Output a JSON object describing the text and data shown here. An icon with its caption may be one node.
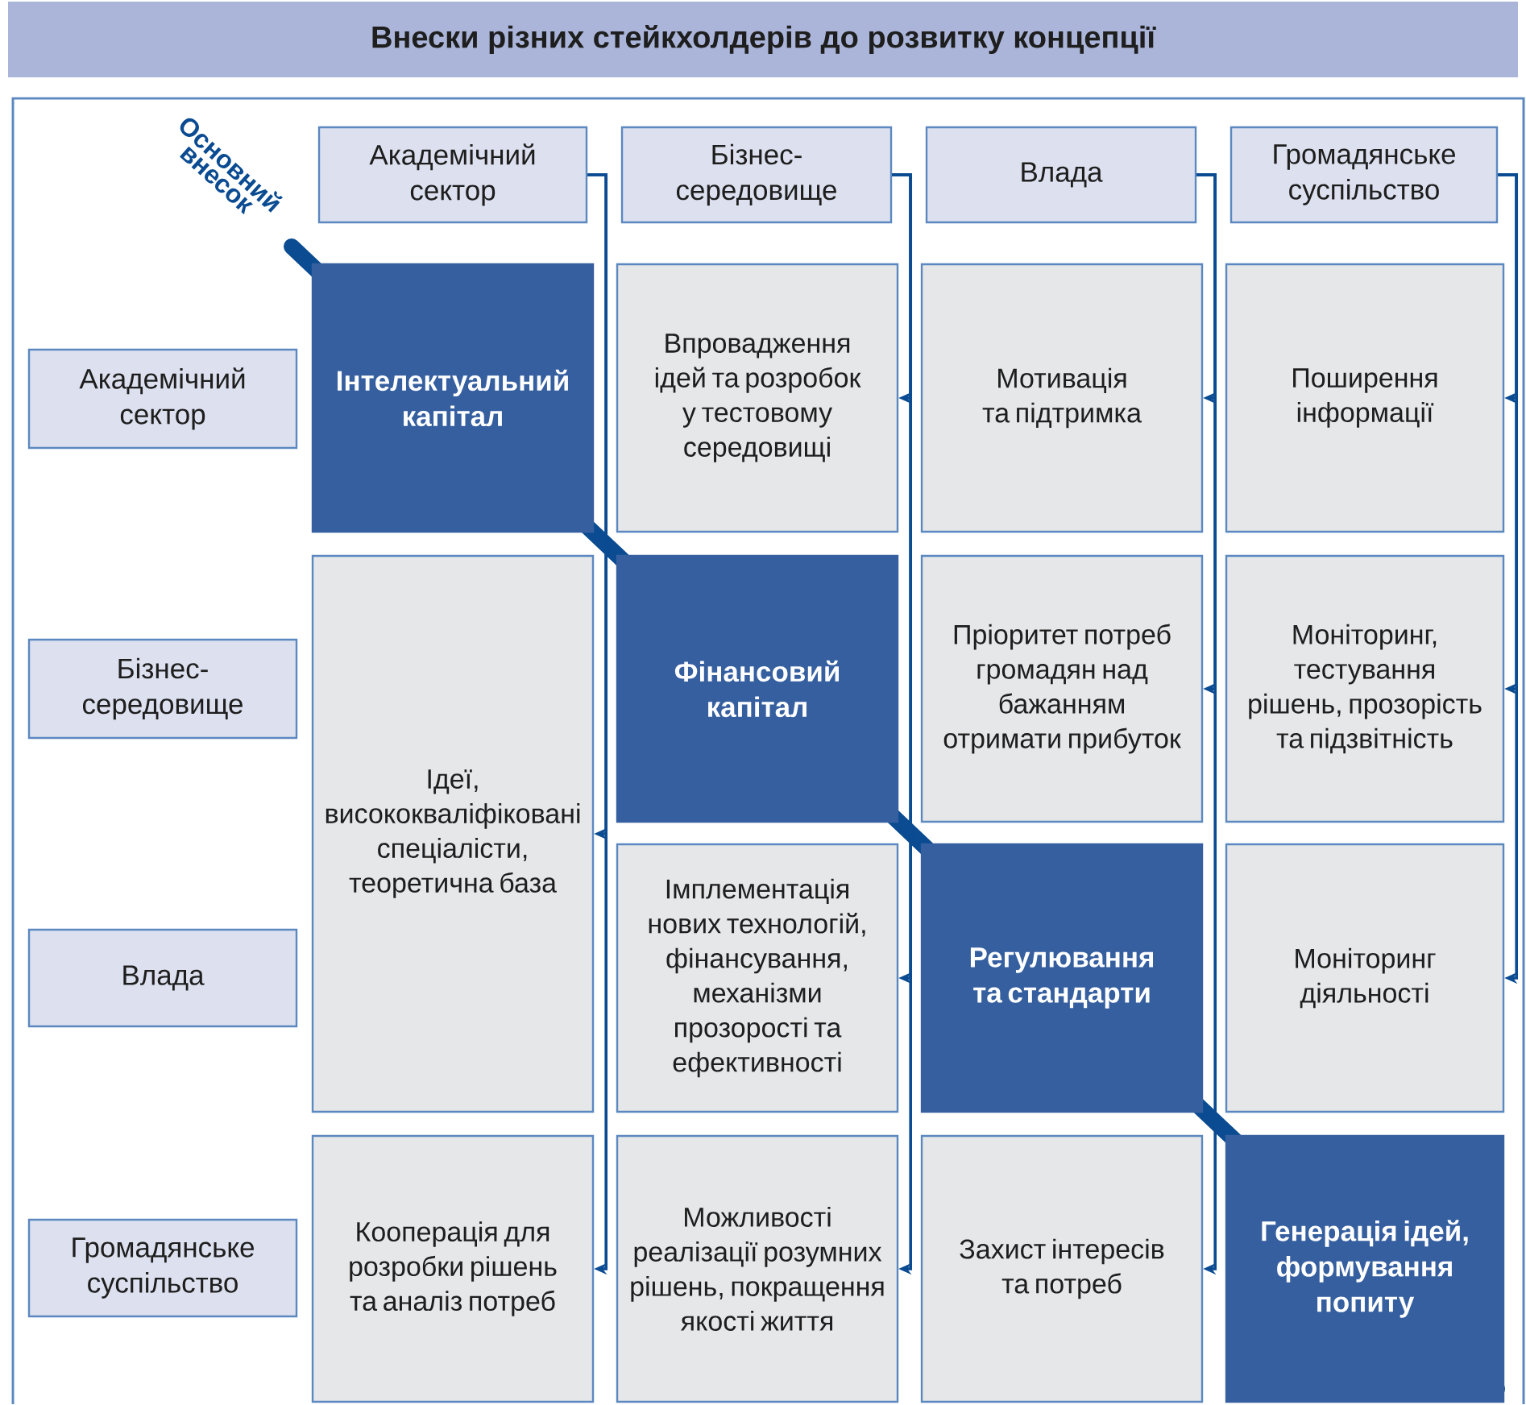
{
  "diagram": {
    "title": "Внески різних стейкхолдерів до розвитку концепції",
    "nodes": [
      {
        "text": [
          "Академічний сектор"
        ]
      },
      {
        "text": [
          "Бізнес-середовище"
        ]
      },
      {
        "text": [
          "Влада"
        ]
      },
      {
        "text": [
          "Громадянське суспільство"
        ]
      },
      {
        "text": [
          "Академічний сектор"
        ]
      },
      {
        "text": [
          "Бізнес-середовище"
        ]
      },
      {
        "text": [
          "Влада"
        ]
      },
      {
        "text": [
          "Громадянське суспільство"
        ]
      },
      {
        "text": [
          "Інтелектуальний капітал"
        ]
      },
      {
        "text": [
          "Впровадження ідей та розробок у тестовому середовищі"
        ]
      },
      {
        "text": [
          "Мотивація та підтримка"
        ]
      },
      {
        "text": [
          "Поширення інформації"
        ]
      },
      {
        "text": [
          "Ідеї, висококваліфіковані спеціалісти, теоретична база"
        ]
      },
      {
        "text": [
          "Фінансовий капітал"
        ]
      },
      {
        "text": [
          "Пріоритет потреб громадян над бажанням отримати прибуток"
        ]
      },
      {
        "text": [
          "Моніторинг, тестування рішень, прозорість та підзвітність"
        ]
      },
      {
        "text": [
          "Імплементація нових технологій, фінансування, механізми прозорості та ефективності"
        ]
      },
      {
        "text": [
          "Регулювання та стандарти"
        ]
      },
      {
        "text": [
          "Моніторинг діяльності"
        ]
      },
      {
        "text": [
          "Кооперація для розробки рішень та аналіз потреб"
        ]
      },
      {
        "text": [
          "Можливості реалізації розумних рішень, покращення якості життя"
        ]
      },
      {
        "text": [
          "Захист інтересів та потреб"
        ]
      },
      {
        "text": [
          "Генерація ідей, формування попиту"
        ]
      }
    ],
    "edges": [
      {
        "from": 0,
        "to": 12,
        "arrow": "to"
      },
      {
        "from": 0,
        "to": 19,
        "arrow": "to"
      },
      {
        "from": 1,
        "to": 9,
        "arrow": "to"
      },
      {
        "from": 1,
        "to": 16,
        "arrow": "to"
      },
      {
        "from": 1,
        "to": 20,
        "arrow": "to"
      },
      {
        "from": 2,
        "to": 10,
        "arrow": "to"
      },
      {
        "from": 2,
        "to": 14,
        "arrow": "to"
      },
      {
        "from": 2,
        "to": 21,
        "arrow": "to"
      },
      {
        "from": 3,
        "to": 11,
        "arrow": "to"
      },
      {
        "from": 3,
        "to": 15,
        "arrow": "to"
      },
      {
        "from": 3,
        "to": 18,
        "arrow": "to"
      }
    ],
    "labels": [
      "Основний внесок"
    ]
  }
}
